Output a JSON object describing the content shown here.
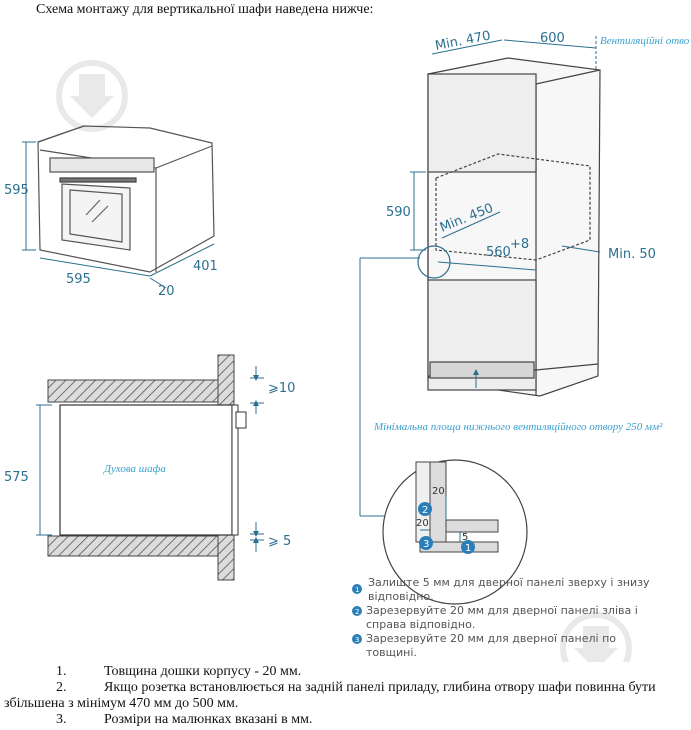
{
  "title": "Схема монтажу для вертикальної шафи наведена нижче:",
  "oven": {
    "height": "595",
    "width": "595",
    "depth": "401",
    "front": "20"
  },
  "cabinet_side": {
    "top_gap": "⩾10",
    "height": "575",
    "bottom_gap": "⩾ 5",
    "label": "Духова шафа"
  },
  "column": {
    "min_depth": "Min. 470",
    "depth": "600",
    "vent_label": "Вентиляційні отво",
    "niche_height": "590",
    "min_depth_inner": "Min. 450",
    "min_depth_sup": "+",
    "niche_width": "560",
    "niche_width_sup": "+8",
    "min_gap": "Min. 50",
    "vent_area_note": "Мінімальна площа нижнього вентиляційного отвору 250 мм²"
  },
  "detail": {
    "d20_top": "20",
    "d20_left": "20",
    "d5": "5",
    "m1": "1",
    "m2": "2",
    "m3": "3"
  },
  "legend": {
    "l1a": "Залиште 5 мм для дверної панелі зверху і знизу",
    "l1b": "відповідно.",
    "l2a": "Зарезервуйте 20 мм для дверної панелі зліва і",
    "l2b": "справа відповідно.",
    "l3a": "Зарезервуйте 20 мм для дверної панелі по",
    "l3b": "товщині.",
    "n1": "1",
    "n2": "2",
    "n3": "3"
  },
  "footnotes": {
    "n1": "1.",
    "t1": "Товщина дошки корпусу - 20 мм.",
    "n2": "2.",
    "t2": "Якщо розетка встановлюється на задній панелі приладу, глибина отвору шафи повинна бути",
    "t2b": "збільшена з мінімум 470 мм до 500 мм.",
    "n3": "3.",
    "t3": "Розміри на малюнках вказані в мм."
  },
  "colors": {
    "dimension": "#2b6f8f",
    "note": "#3aa0d0",
    "line": "#333333",
    "hatch": "#555555"
  }
}
